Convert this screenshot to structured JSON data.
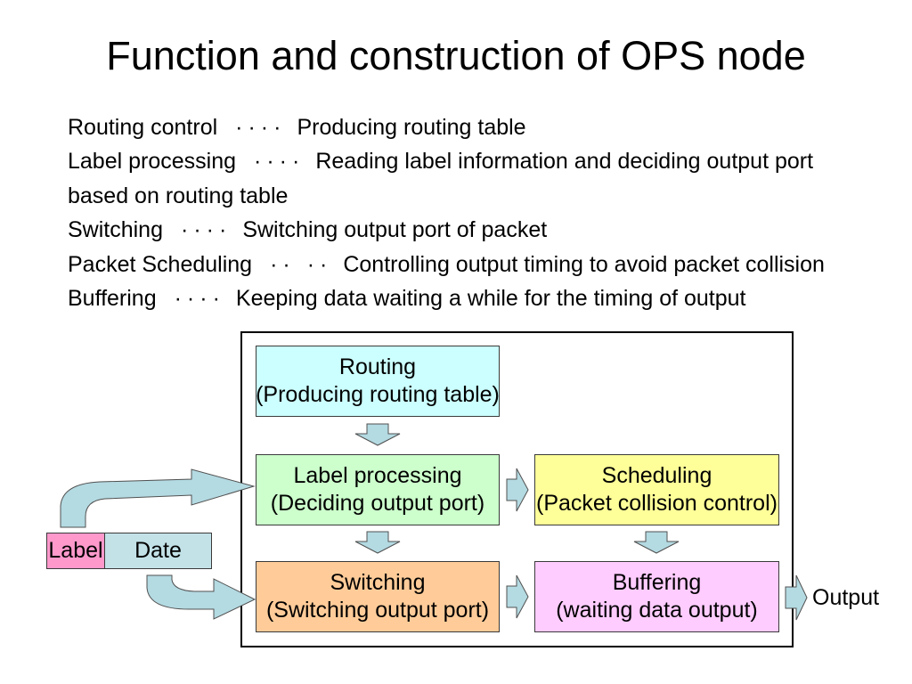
{
  "title": "Function and construction of OPS node",
  "definitions": [
    {
      "term": "Routing control",
      "dots": "····",
      "description": "Producing routing table"
    },
    {
      "term": "Label processing",
      "dots": "····",
      "description": "Reading label information and deciding output port based on routing table"
    },
    {
      "term": "Switching",
      "dots": "····",
      "description": "Switching output port of packet"
    },
    {
      "term": "Packet Scheduling",
      "dots": "·· ··",
      "description": "Controlling output timing to avoid packet collision"
    },
    {
      "term": "Buffering",
      "dots": "····",
      "description": "Keeping data waiting a while for the timing of output"
    }
  ],
  "diagram": {
    "routing": {
      "name": "Routing",
      "detail": "(Producing routing table)",
      "color": "#CCFFFF"
    },
    "label_processing": {
      "name": "Label processing",
      "detail": "(Deciding output port)",
      "color": "#CCFFCC"
    },
    "scheduling": {
      "name": "Scheduling",
      "detail": "(Packet collision control)",
      "color": "#FFFF99"
    },
    "switching": {
      "name": "Switching",
      "detail": "(Switching output port)",
      "color": "#FFCC99"
    },
    "buffering": {
      "name": "Buffering",
      "detail": "(waiting data output)",
      "color": "#FFCCFF"
    },
    "packet": {
      "label": "Label",
      "data": "Date",
      "label_color": "#FF99CC",
      "data_color": "#C2E2E8"
    },
    "output_label": "Output",
    "arrow_color": "#B4DAE2",
    "frame_color": "#000000"
  }
}
